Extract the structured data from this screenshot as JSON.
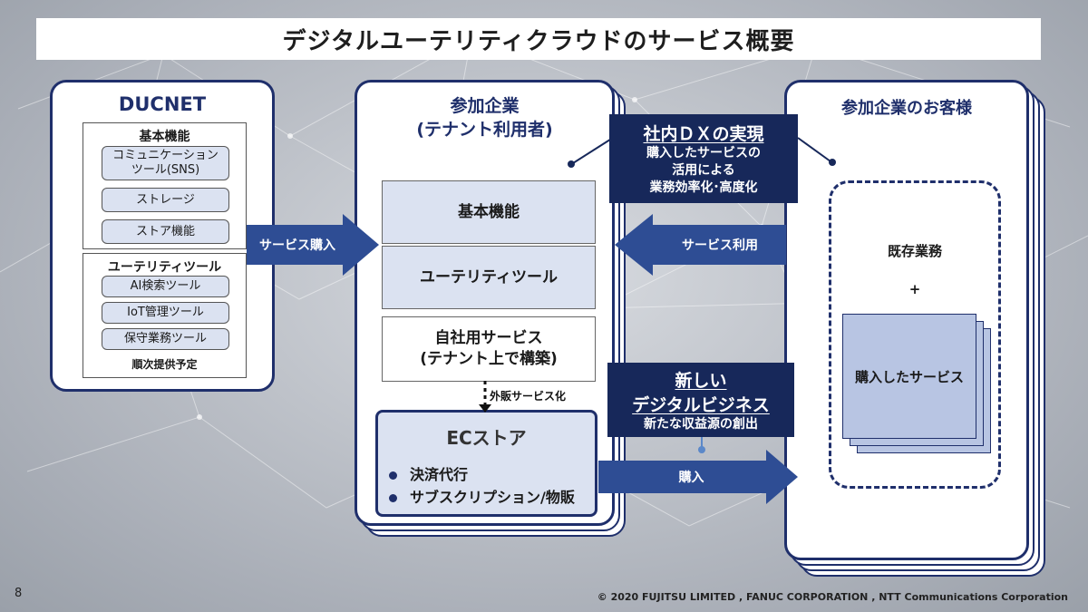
{
  "title": "デジタルユーテリティクラウドのサービス概要",
  "ducnet": {
    "title": "DUCNET",
    "basic": {
      "heading": "基本機能",
      "items": [
        "コミュニケーション\nツール(SNS)",
        "ストレージ",
        "ストア機能"
      ]
    },
    "utility": {
      "heading": "ユーテリティツール",
      "items": [
        "AI検索ツール",
        "IoT管理ツール",
        "保守業務ツール"
      ],
      "note": "順次提供予定"
    }
  },
  "arrows": {
    "purchase_service": "サービス購入",
    "use_service": "サービス利用",
    "purchase": "購入",
    "external_sales": "外販サービス化"
  },
  "participant": {
    "title_line1": "参加企業",
    "title_line2": "(テナント利用者)",
    "basic": "基本機能",
    "utility": "ユーテリティツール",
    "own_service_line1": "自社用サービス",
    "own_service_line2": "(テナント上で構築)",
    "ec": {
      "title": "ECストア",
      "items": [
        "決済代行",
        "サブスクリプション/物販"
      ]
    }
  },
  "callout_dx": {
    "heading": "社内ＤＸの実現",
    "lines": [
      "購入したサービスの",
      "活用による",
      "業務効率化･高度化"
    ]
  },
  "callout_new": {
    "heading1": "新しい",
    "heading2": "デジタルビジネス",
    "line": "新たな収益源の創出"
  },
  "customer": {
    "title": "参加企業のお客様",
    "existing": "既存業務",
    "plus": "+",
    "purchased": "購入したサービス"
  },
  "footer": {
    "page": "8",
    "copyright": "© 2020 FUJITSU LIMITED , FANUC CORPORATION , NTT Communications Corporation"
  },
  "colors": {
    "navy": "#17285a",
    "arrow_blue": "#2e4d94",
    "light_blue": "#dbe2f1"
  }
}
